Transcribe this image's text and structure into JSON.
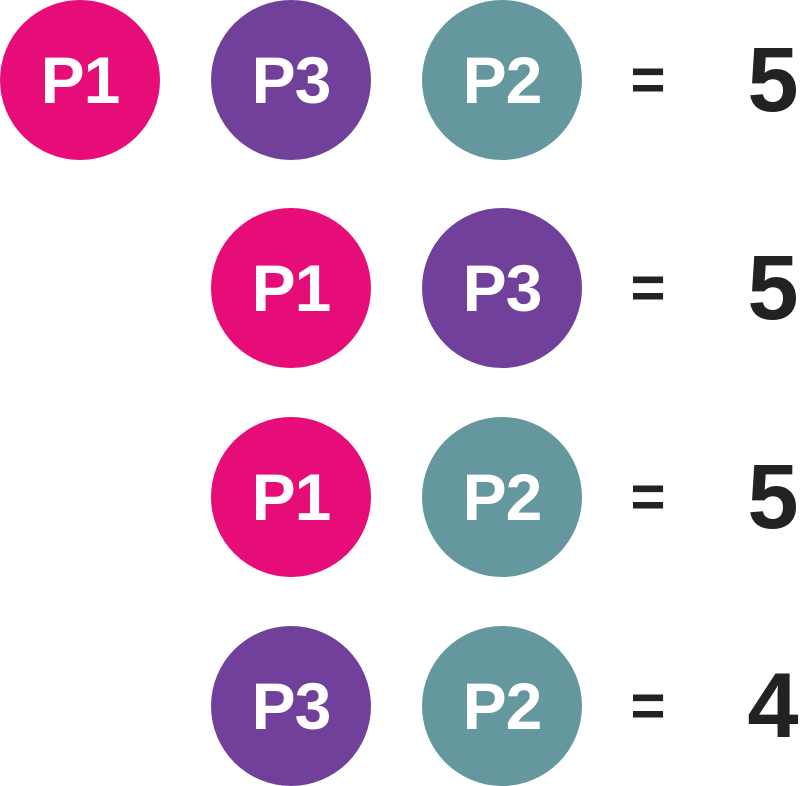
{
  "colors": {
    "P1": "#E60D78",
    "P2": "#65979E",
    "P3": "#71409A",
    "text": "#222222"
  },
  "rows": [
    {
      "items": [
        "P1",
        "P3",
        "P2"
      ],
      "equals": "=",
      "result": "5"
    },
    {
      "items": [
        "P1",
        "P3"
      ],
      "equals": "=",
      "result": "5"
    },
    {
      "items": [
        "P1",
        "P2"
      ],
      "equals": "=",
      "result": "5"
    },
    {
      "items": [
        "P3",
        "P2"
      ],
      "equals": "=",
      "result": "4"
    }
  ]
}
